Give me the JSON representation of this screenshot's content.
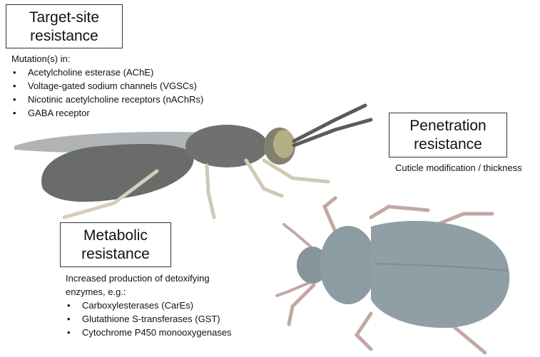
{
  "target_site": {
    "title_line1": "Target-site",
    "title_line2": "resistance",
    "intro": "Mutation(s) in:",
    "items": [
      "Acetylcholine esterase (AChE)",
      "Voltage-gated sodium channels (VGSCs)",
      "Nicotinic acetylcholine receptors (nAChRs)",
      "GABA receptor"
    ]
  },
  "penetration": {
    "title_line1": "Penetration",
    "title_line2": "resistance",
    "description": "Cuticle modification / thickness"
  },
  "metabolic": {
    "title_line1": "Metabolic",
    "title_line2": "resistance",
    "intro_line1": "Increased production of detoxifying",
    "intro_line2": "enzymes, e.g.:",
    "items": [
      "Carboxylesterases (CarEs)",
      "Glutathione S-transferases (GST)",
      "Cytochrome P450 monooxygenases"
    ]
  },
  "colors": {
    "fly_body": "#5a5e5a",
    "fly_wing": "#8c8f92",
    "fly_eye": "#a8a070",
    "beetle_body": "#6c8088",
    "beetle_legs": "#b08a88"
  }
}
